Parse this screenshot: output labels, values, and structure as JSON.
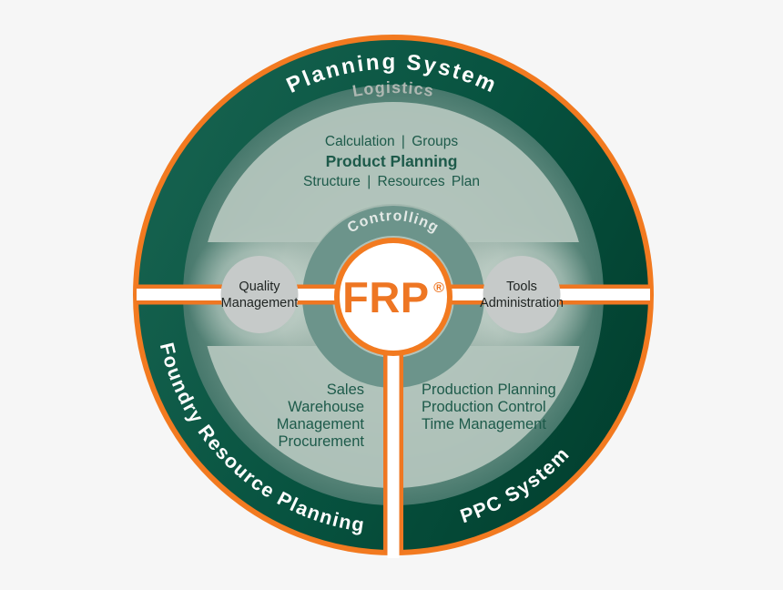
{
  "background": "#F6F6F6",
  "colors": {
    "orange": "#EF7722",
    "orange_border": "#F27A20",
    "dark_ring_light": "#176350",
    "dark_ring_dark": "#02402F",
    "disc_center": "#ABBEB5",
    "disc_edge": "#47786C",
    "panel": "#B2C4BC",
    "controlling_ring": "#6C948B",
    "node_gray": "#C6CAC9",
    "text_green": "#1D5A4A",
    "white": "#FFFFFF"
  },
  "outer_ring": {
    "top_label": "Planning System",
    "bottom_left_label": "Foundry Resource Planning",
    "bottom_right_label": "PPC System"
  },
  "inner_ring": {
    "label": "Logistics"
  },
  "center": {
    "label": "FRP",
    "registered_mark": "®",
    "ring_label": "Controlling"
  },
  "planning_section": {
    "line1": "Calculation | Groups",
    "line2": "Product Planning",
    "line3": "Structure | Resources Plan"
  },
  "left_node": {
    "line1": "Quality",
    "line2": "Management"
  },
  "right_node": {
    "line1": "Tools",
    "line2": "Administration"
  },
  "sales_section": {
    "lines": [
      "Sales",
      "Warehouse",
      "Management",
      "Procurement"
    ]
  },
  "production_section": {
    "lines": [
      "Production Planning",
      "Production Control",
      "Time Management"
    ]
  }
}
